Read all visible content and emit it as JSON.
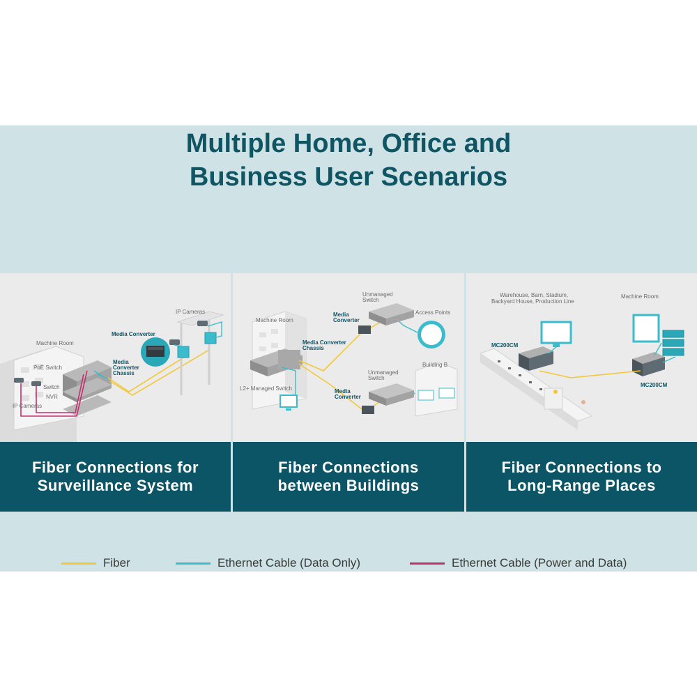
{
  "title": "Multiple Home, Office and\nBusiness User Scenarios",
  "colors": {
    "fiber": "#f2c83a",
    "ethernet_data": "#3bbccd",
    "ethernet_power": "#c42e6e",
    "caption_bg": "#0b5566",
    "band_bg": "#cfe3e6"
  },
  "panels": [
    {
      "caption": "Fiber Connections for\nSurveillance System",
      "labels": {
        "ip_cameras_top": "IP Cameras",
        "media_converter": "Media Converter",
        "media_converter_chassis": "Media\nConverter\nChassis",
        "machine_room": "Machine Room",
        "poe_switch": "PoE Switch",
        "switch": "Switch",
        "nvr": "NVR",
        "ip_cameras_bottom": "IP Cameras"
      }
    },
    {
      "caption": "Fiber Connections\nbetween Buildings",
      "labels": {
        "unmanaged_switch_top": "Unmanaged\nSwitch",
        "access_points": "Access Points",
        "machine_room": "Machine Room",
        "media_converter_top": "Media\nConverter",
        "media_converter_chassis": "Media Converter\nChassis",
        "building_b": "Building B",
        "unmanaged_switch_bottom": "Unmanaged\nSwitch",
        "l2_switch": "L2+ Managed Switch",
        "media_converter_bottom": "Media\nConverter"
      }
    },
    {
      "caption": "Fiber Connections to\nLong-Range Places",
      "labels": {
        "warehouse": "Warehouse, Barn, Stadium,\nBackyard House, Production Line",
        "machine_room": "Machine Room",
        "mc200cm_left": "MC200CM",
        "mc200cm_right": "MC200CM"
      }
    }
  ],
  "legend": [
    {
      "label": "Fiber",
      "color": "#f2c83a"
    },
    {
      "label": "Ethernet Cable (Data Only)",
      "color": "#3bbccd"
    },
    {
      "label": "Ethernet Cable (Power and Data)",
      "color": "#c42e6e"
    }
  ]
}
